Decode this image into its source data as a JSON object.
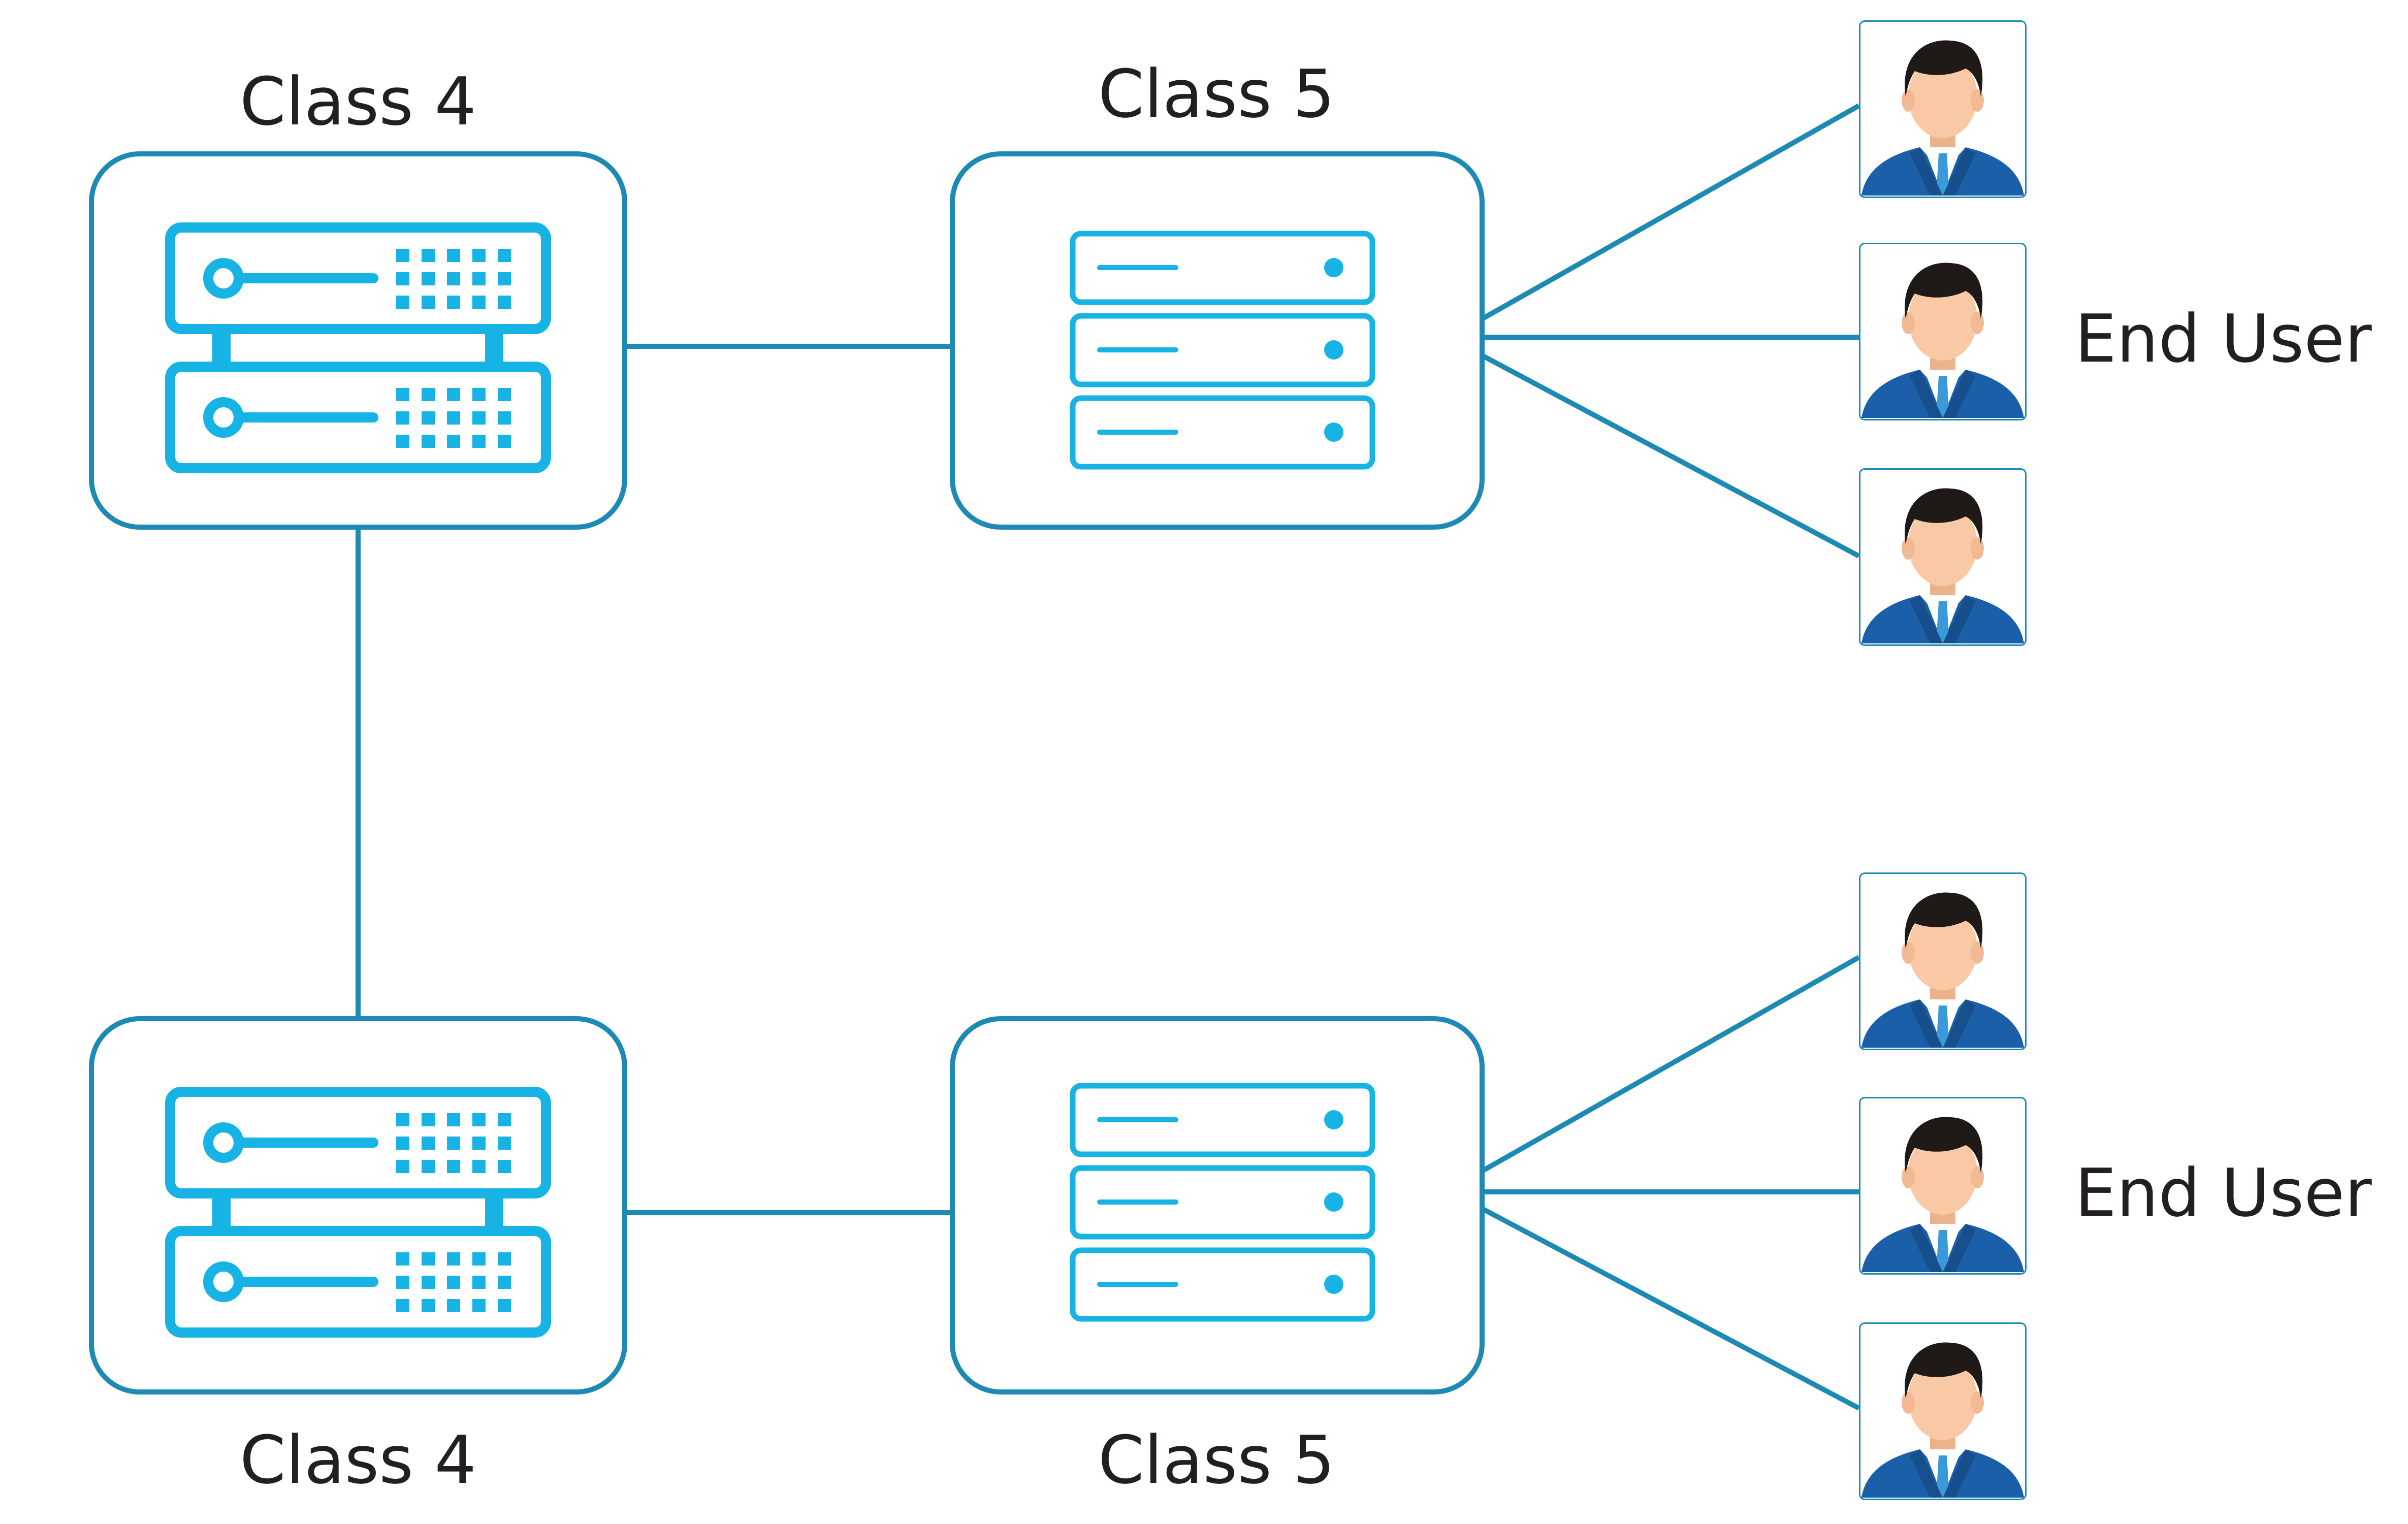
{
  "diagram": {
    "nodes": {
      "class4_top": {
        "label": "Class 4",
        "icon": "server-rack-icon"
      },
      "class5_top": {
        "label": "Class 5",
        "icon": "server-stack-icon"
      },
      "class4_bottom": {
        "label": "Class 4",
        "icon": "server-rack-icon"
      },
      "class5_bottom": {
        "label": "Class 5",
        "icon": "server-stack-icon"
      }
    },
    "end_user_groups": [
      {
        "label": "End User",
        "users": 3,
        "icon": "user-avatar-icon"
      },
      {
        "label": "End User",
        "users": 3,
        "icon": "user-avatar-icon"
      }
    ],
    "edges": [
      {
        "from": "Class 4",
        "to": "Class 5"
      },
      {
        "from": "Class 4",
        "to": "Class 4"
      },
      {
        "from": "Class 4",
        "to": "Class 5"
      },
      {
        "from": "Class 5",
        "to": "End User"
      },
      {
        "from": "Class 5",
        "to": "End User"
      }
    ]
  },
  "colors": {
    "line": "#1e8ab4",
    "icon": "#16b3e4",
    "text": "#231f20",
    "skin": "#f9c8a4",
    "hair": "#1f1a17",
    "suit": "#1a5fa8",
    "tie": "#3a9ad9"
  }
}
